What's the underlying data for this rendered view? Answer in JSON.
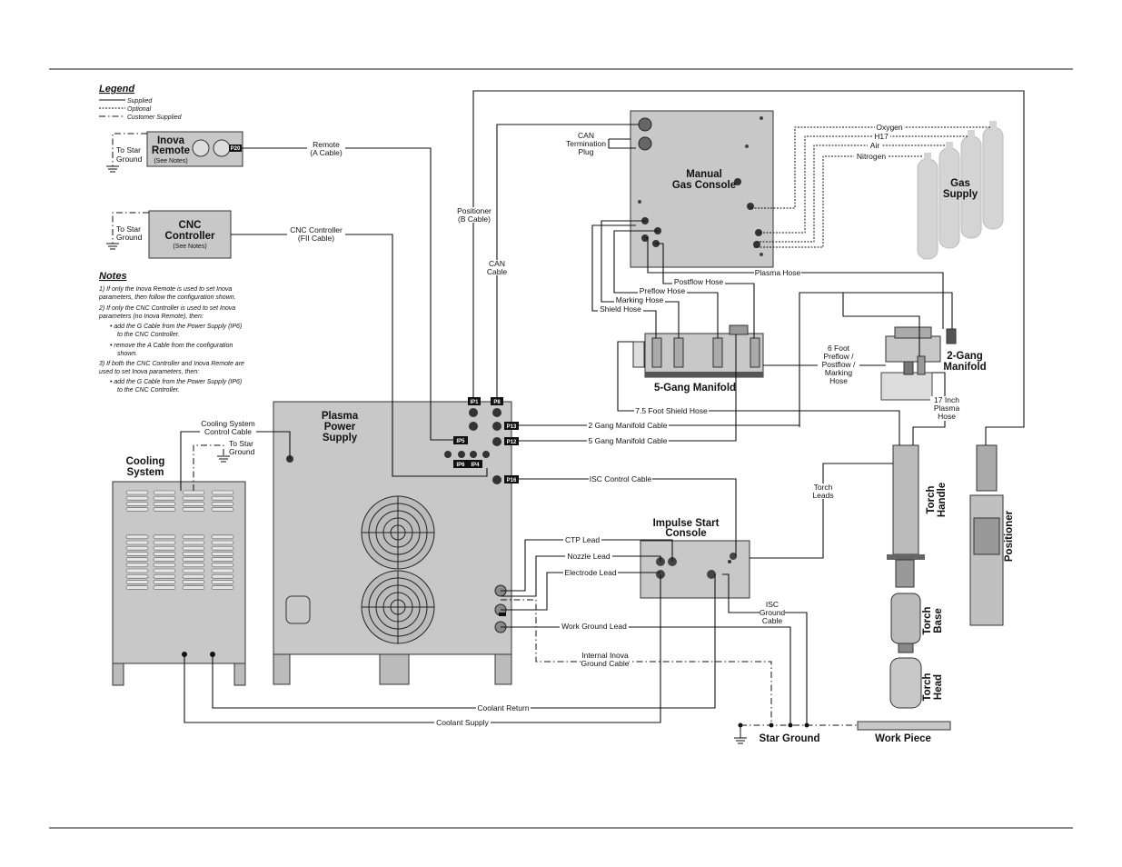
{
  "legend": {
    "title": "Legend",
    "supplied": "Supplied",
    "optional": "Optional",
    "customer": "Customer Supplied"
  },
  "notes": {
    "title": "Notes",
    "lines": [
      "1) If only the Inova Remote is used to set Inova",
      "parameters, then follow the configuration shown.",
      "2) If only the CNC Controller is used to set Inova",
      "parameters (no Inova Remote), then:",
      "• add the G Cable from the Power Supply (IP6)",
      "to the CNC Controller.",
      "• remove the A Cable from the configuration",
      "shown.",
      "3) If both the CNC Controller and Inova Remote are",
      "used to set Inova parameters, then:",
      "• add the G Cable from the Power Supply (IP6)",
      "to the CNC Controller."
    ]
  },
  "components": {
    "inova_remote": {
      "title1": "Inova",
      "title2": "Remote",
      "sub": "(See Notes)",
      "port": "P20"
    },
    "cnc_controller": {
      "title1": "CNC",
      "title2": "Controller",
      "sub": "(See Notes)"
    },
    "to_star_ground": [
      "To Star",
      "Ground"
    ],
    "manual_gas_console": [
      "Manual",
      "Gas Console"
    ],
    "can_termination": [
      "CAN",
      "Termination",
      "Plug"
    ],
    "gas_supply": [
      "Gas",
      "Supply"
    ],
    "gases": [
      "Oxygen",
      "H17",
      "Air",
      "Nitrogen"
    ],
    "five_gang": "5-Gang Manifold",
    "two_gang": [
      "2-Gang",
      "Manifold"
    ],
    "plasma_power_supply": [
      "Plasma",
      "Power",
      "Supply"
    ],
    "cooling_system": [
      "Cooling",
      "System"
    ],
    "impulse_start_console": [
      "Impulse Start",
      "Console"
    ],
    "torch_handle": [
      "Torch",
      "Handle"
    ],
    "torch_base": [
      "Torch",
      "Base"
    ],
    "torch_head": [
      "Torch",
      "Head"
    ],
    "positioner": "Positioner",
    "star_ground": "Star Ground",
    "work_piece": "Work Piece",
    "psu_ports": [
      "IP1",
      "P8",
      "P13",
      "P12",
      "IP5",
      "IP6",
      "IP4",
      "P16"
    ]
  },
  "cables": {
    "remote_a": [
      "Remote",
      "(A Cable)"
    ],
    "cnc_fii": [
      "CNC Controller",
      "(FII Cable)"
    ],
    "positioner_b": [
      "Positioner",
      "(B Cable)"
    ],
    "can": [
      "CAN",
      "Cable"
    ],
    "plasma_hose": "Plasma Hose",
    "postflow_hose": "Postflow Hose",
    "preflow_hose": "Preflow Hose",
    "marking_hose": "Marking Hose",
    "shield_hose": "Shield Hose",
    "six_foot": [
      "6 Foot",
      "Preflow /",
      "Postflow /",
      "Marking",
      "Hose"
    ],
    "seventeen_inch": [
      "17 Inch",
      "Plasma",
      "Hose"
    ],
    "shield_75": "7.5 Foot Shield Hose",
    "two_gang_cable": "2 Gang Manifold Cable",
    "five_gang_cable": "5 Gang Manifold Cable",
    "isc_control": "ISC Control Cable",
    "torch_leads": [
      "Torch",
      "Leads"
    ],
    "cooling_control": [
      "Cooling System",
      "Control Cable"
    ],
    "ctp_lead": "CTP Lead",
    "nozzle_lead": "Nozzle Lead",
    "electrode_lead": "Electrode Lead",
    "isc_ground": [
      "ISC",
      "Ground",
      "Cable"
    ],
    "work_ground": "Work Ground Lead",
    "internal_ground": [
      "Internal Inova",
      "Ground Cable"
    ],
    "coolant_return": "Coolant Return",
    "coolant_supply": "Coolant Supply"
  }
}
